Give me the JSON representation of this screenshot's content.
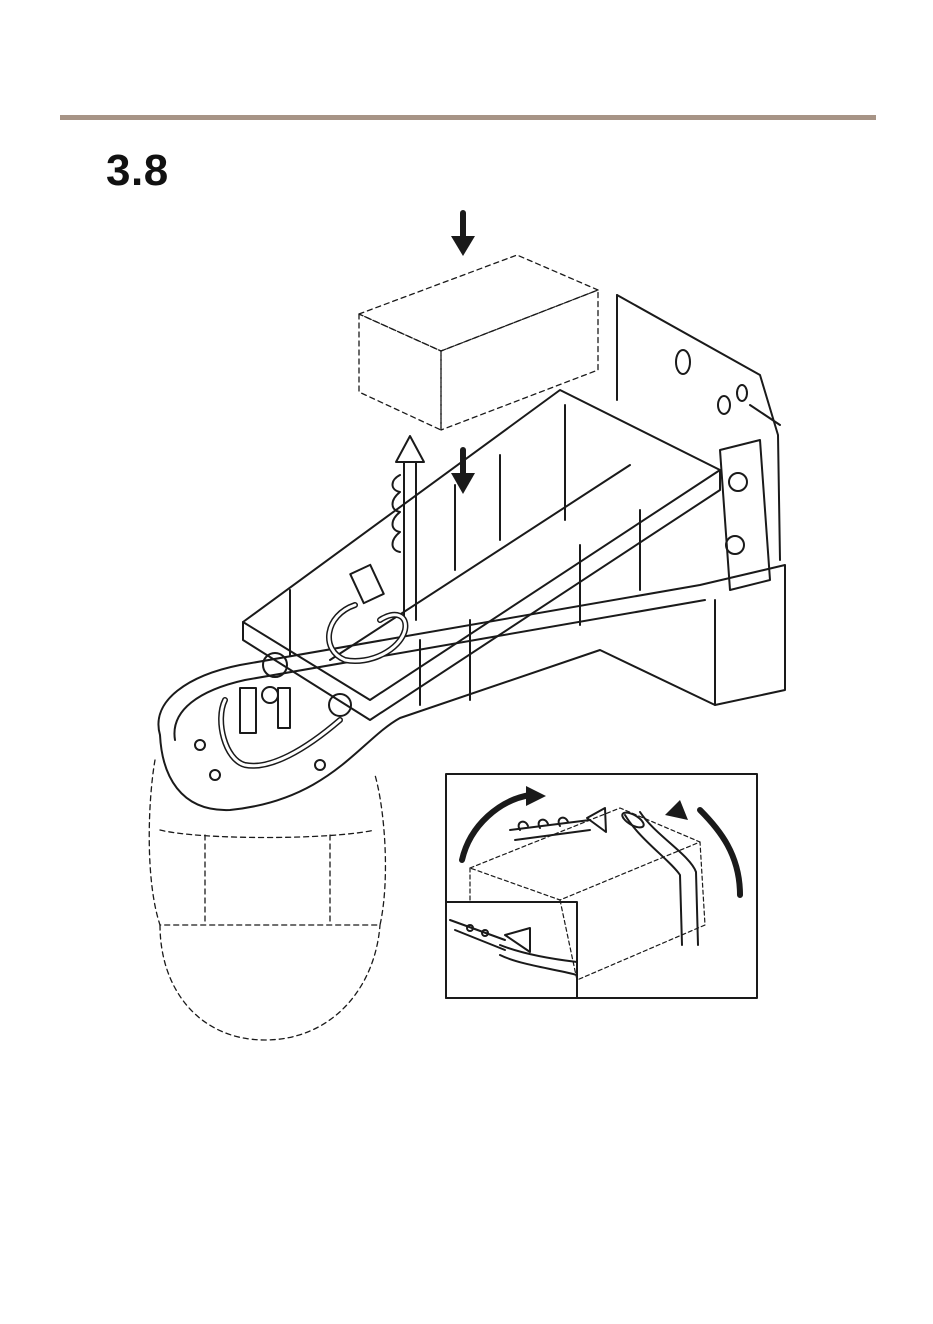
{
  "page": {
    "step_number": "3.8"
  },
  "illustration": {
    "description_icon": "mounting-bracket-illustration",
    "inset_icon": "zip-tie-inset"
  },
  "colors": {
    "rule": "#a79486",
    "line": "#1a1a1a"
  }
}
